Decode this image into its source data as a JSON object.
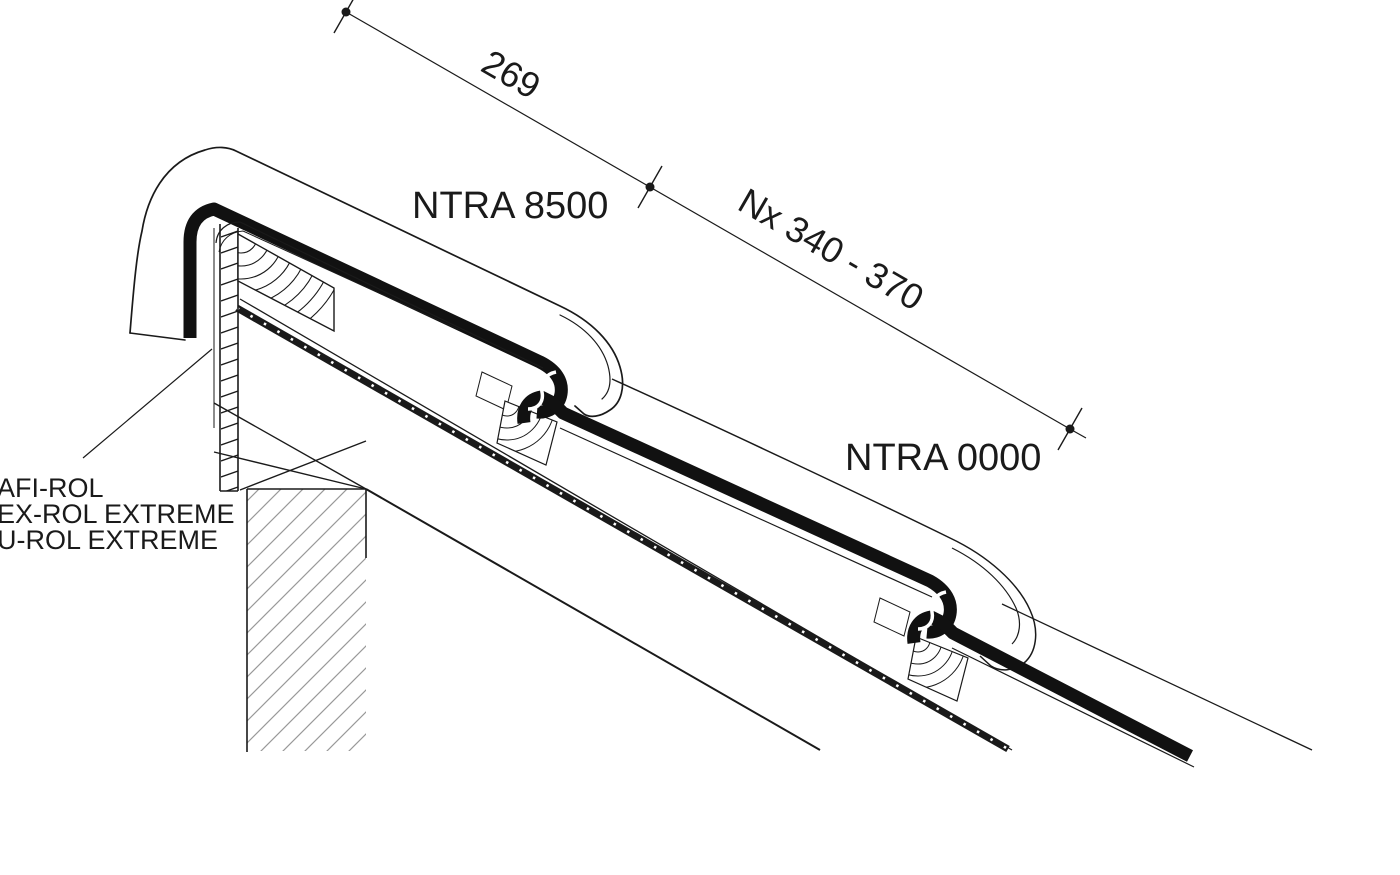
{
  "canvas": {
    "background": "#ffffff",
    "line_color": "#1a1a1a",
    "hatch_color": "#999999"
  },
  "dimensions": {
    "upper_segment_value": "269",
    "lower_segment_value": "Nx 340 - 370"
  },
  "tiles": {
    "upper_tile_label": "NTRA 8500",
    "lower_tile_label": "NTRA 0000"
  },
  "roll_labels": {
    "line1": "AFI-ROL",
    "line2": "EX-ROL EXTREME",
    "line3": "U-ROL EXTREME"
  }
}
